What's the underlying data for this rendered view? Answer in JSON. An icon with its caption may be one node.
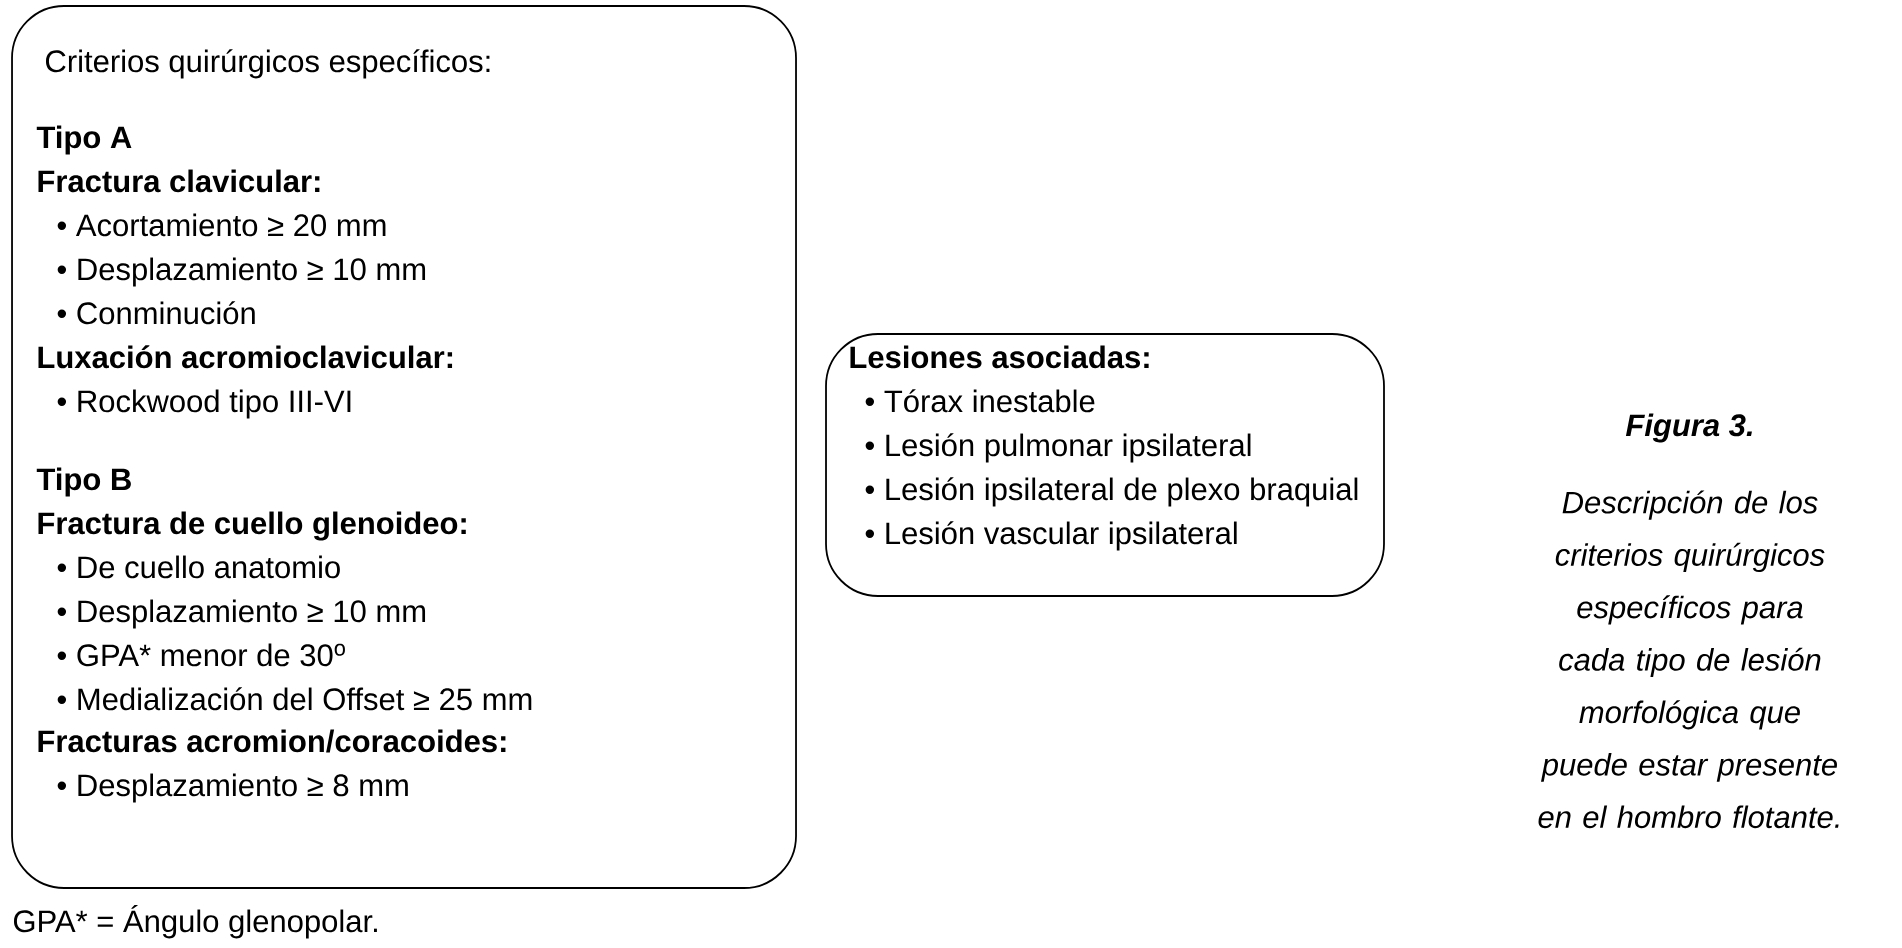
{
  "diagram": {
    "nodes": [
      {
        "text": [
          "Criterios quirúrgicos específicos:",
          "Tipo A",
          "Fractura clavicular:",
          "• Acortamiento ≥ 20 mm",
          "• Desplazamiento ≥ 10 mm",
          "• Conminución",
          "Luxación acromioclavicular:",
          "• Rockwood tipo III-VI",
          "Tipo B",
          "Fractura de cuello glenoideo:",
          "• De cuello anatomio",
          "• Desplazamiento ≥ 10 mm",
          "• GPA* menor de 30$^{o}$",
          "• Medialización del Offset ≥ 25 mm",
          "Fracturas acromion/coracoides:",
          "• Desplazamiento ≥ 8 mm"
        ]
      },
      {
        "text": [
          "Lesiones asociadas:",
          "• Tórax inestable",
          "• Lesión pulmonar ipsilateral",
          "• Lesión ipsilateral de plexo braquial",
          "• Lesión vascular ipsilateral"
        ]
      }
    ],
    "labels": [
      "GPA* = Ángulo glenopolar.",
      "Figura 3.",
      "Descripción de los criterios quirúrgicos específicos para cada tipo de lesión morfológica que puede estar presente en el hombro flotante."
    ]
  }
}
